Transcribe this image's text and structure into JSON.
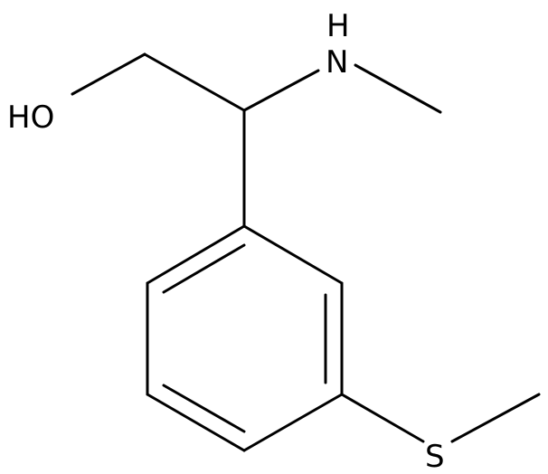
{
  "molecule": {
    "atoms": {
      "hydroxyl": "HO",
      "amine_h": "H",
      "amine_n": "N",
      "sulfur": "S"
    }
  },
  "colors": {
    "bond": "#000000",
    "background": "#ffffff"
  }
}
